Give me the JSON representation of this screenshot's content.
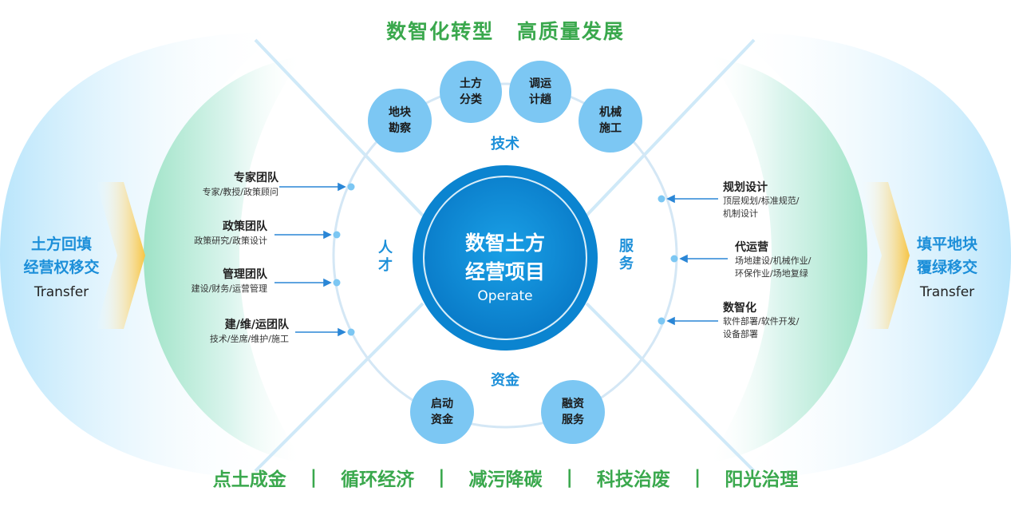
{
  "title": "数智化转型 高质量发展",
  "left_panel": {
    "title_lines": [
      "土方回填",
      "经营权移交"
    ],
    "subtitle": "Transfer"
  },
  "right_panel": {
    "title_lines": [
      "填平地块",
      "覆绿移交"
    ],
    "subtitle": "Transfer"
  },
  "center": {
    "title_lines": [
      "数智土方",
      "经营项目"
    ],
    "subtitle": "Operate"
  },
  "categories": {
    "technology": "技术",
    "talent": "人才",
    "service": "服务",
    "capital": "资金"
  },
  "technology_nodes": [
    {
      "lines": [
        "地块",
        "勘察"
      ]
    },
    {
      "lines": [
        "土方",
        "分类"
      ]
    },
    {
      "lines": [
        "调运",
        "计趟"
      ]
    },
    {
      "lines": [
        "机械",
        "施工"
      ]
    }
  ],
  "capital_nodes": [
    {
      "lines": [
        "启动",
        "资金"
      ]
    },
    {
      "lines": [
        "融资",
        "服务"
      ]
    }
  ],
  "talent_teams": [
    {
      "name": "专家团队",
      "detail": "专家/教授/政策顾问"
    },
    {
      "name": "政策团队",
      "detail": "政策研究/政策设计"
    },
    {
      "name": "管理团队",
      "detail": "建设/财务/运营管理"
    },
    {
      "name": "建/维/运团队",
      "detail": "技术/坐席/维护/施工"
    }
  ],
  "services": [
    {
      "name": "规划设计",
      "detail_lines": [
        "顶层规划/标准规范/",
        "机制设计"
      ]
    },
    {
      "name": "代运营",
      "detail_lines": [
        "场地建设/机械作业/",
        "环保作业/场地复绿"
      ]
    },
    {
      "name": "数智化",
      "detail_lines": [
        "软件部署/软件开发/",
        "设备部署"
      ]
    }
  ],
  "bottom_items": [
    "点土成金",
    "循环经济",
    "减污降碳",
    "科技治废",
    "阳光治理"
  ],
  "bottom_separator": "|",
  "colors": {
    "brand_blue": "#1c8fd9",
    "center_blue": "#0b84d0",
    "node_blue": "#7cc7f3",
    "green_text": "#3aa84d",
    "arrow_blue": "#2a86d6",
    "orb_cyan": "#cdeefa",
    "orb_green": "#c9f0e1",
    "chevron_yellow": "#f7c544"
  }
}
